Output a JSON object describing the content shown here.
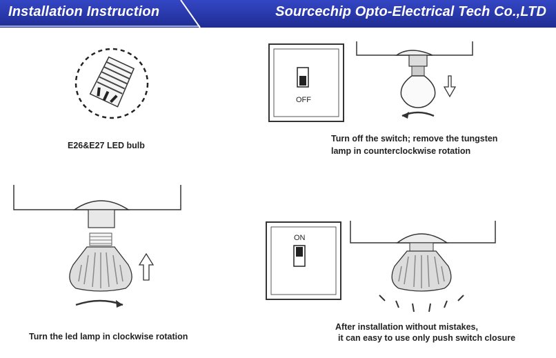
{
  "header": {
    "left_title": "Installation Instruction",
    "right_title": "Sourcechip Opto-Electrical Tech Co.,LTD",
    "colors": {
      "banner": "#2a3aa8",
      "banner_text": "#ffffff"
    }
  },
  "steps": {
    "bulb": {
      "caption": "E26&E27 LED bulb"
    },
    "remove": {
      "caption_line1": "Turn off the switch; remove the tungsten",
      "caption_line2": "lamp in counterclockwise rotation",
      "switch_label": "OFF"
    },
    "install": {
      "caption": "Turn the led lamp in clockwise rotation"
    },
    "done": {
      "caption_line1": "After installation without mistakes,",
      "caption_line2": "it can easy to use only push switch closure",
      "switch_label": "ON"
    }
  }
}
